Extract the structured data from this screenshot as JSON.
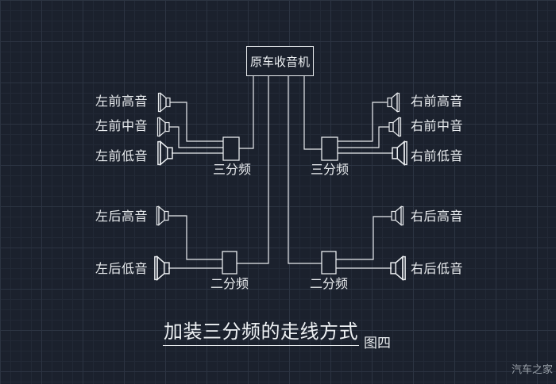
{
  "diagram": {
    "radio_label": "原车收音机",
    "crossovers": {
      "front_left": "三分频",
      "front_right": "三分频",
      "rear_left": "二分频",
      "rear_right": "二分频"
    },
    "speakers": {
      "fl_tweeter": "左前高音",
      "fl_mid": "左前中音",
      "fl_woofer": "左前低音",
      "rl_tweeter": "左后高音",
      "rl_woofer": "左后低音",
      "fr_tweeter": "右前高音",
      "fr_mid": "右前中音",
      "fr_woofer": "右前低音",
      "rr_tweeter": "右后高音",
      "rr_woofer": "右后低音"
    },
    "title": "加装三分频的走线方式",
    "figure_label": "图四",
    "watermark": "汽车之家",
    "colors": {
      "background": "#1b212d",
      "line": "#e9ecef",
      "grid_minor": "#222936",
      "grid_major": "#2c3442",
      "watermark": "#99a0a8"
    }
  }
}
